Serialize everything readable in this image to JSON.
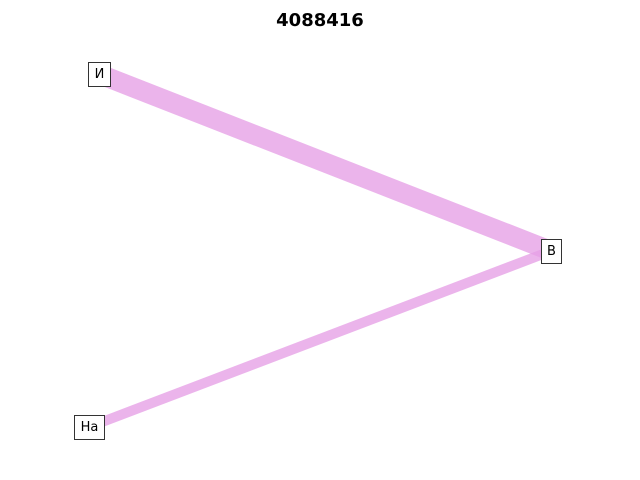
{
  "title": "4088416",
  "colors": {
    "edge": "#e6a0e6",
    "node_border": "#333333",
    "node_fill": "#ffffff"
  },
  "nodes": [
    {
      "id": "i",
      "label": "И"
    },
    {
      "id": "v",
      "label": "В"
    },
    {
      "id": "na",
      "label": "На"
    }
  ],
  "edges": [
    {
      "source": "i",
      "target": "v",
      "weight": 2
    },
    {
      "source": "na",
      "target": "v",
      "weight": 1
    }
  ]
}
